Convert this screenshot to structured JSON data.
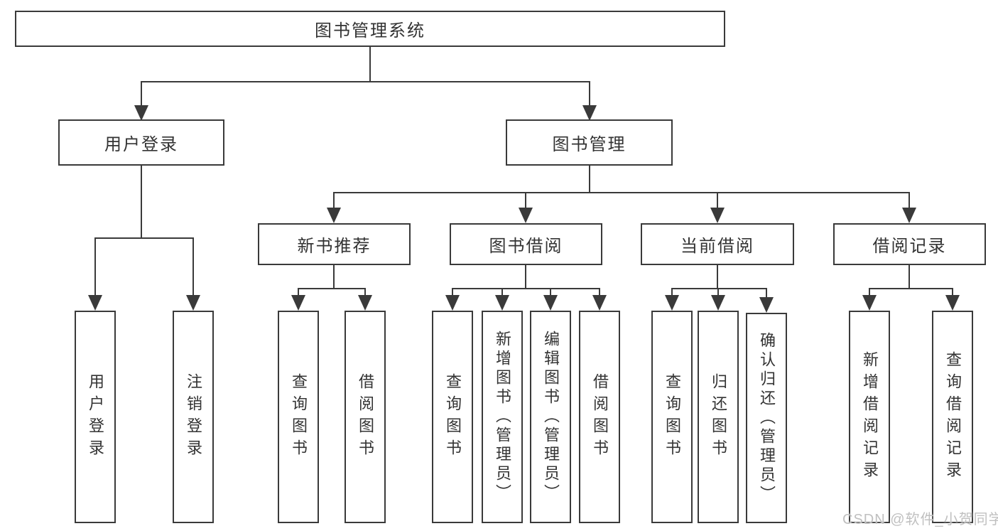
{
  "diagram": {
    "tree": {
      "label": "图书管理系统",
      "children": [
        {
          "label": "用户登录",
          "children": [
            {
              "label": "用户登录"
            },
            {
              "label": "注销登录"
            }
          ]
        },
        {
          "label": "图书管理",
          "children": [
            {
              "label": "新书推荐",
              "children": [
                {
                  "label": "查询图书"
                },
                {
                  "label": "借阅图书"
                }
              ]
            },
            {
              "label": "图书借阅",
              "children": [
                {
                  "label": "查询图书"
                },
                {
                  "label": "新增图书（管理员）"
                },
                {
                  "label": "编辑图书（管理员）"
                },
                {
                  "label": "借阅图书"
                }
              ]
            },
            {
              "label": "当前借阅",
              "children": [
                {
                  "label": "查询图书"
                },
                {
                  "label": "归还图书"
                },
                {
                  "label": "确认归还（管理员）"
                }
              ]
            },
            {
              "label": "借阅记录",
              "children": [
                {
                  "label": "新增借阅记录"
                },
                {
                  "label": "查询借阅记录"
                }
              ]
            }
          ]
        }
      ]
    }
  },
  "watermark": {
    "text": "CSDN @软件_小贺同学"
  },
  "colors": {
    "line": "#3a3a3a",
    "text": "#333333",
    "watermark": "#c0c0c0",
    "background": "#ffffff"
  }
}
